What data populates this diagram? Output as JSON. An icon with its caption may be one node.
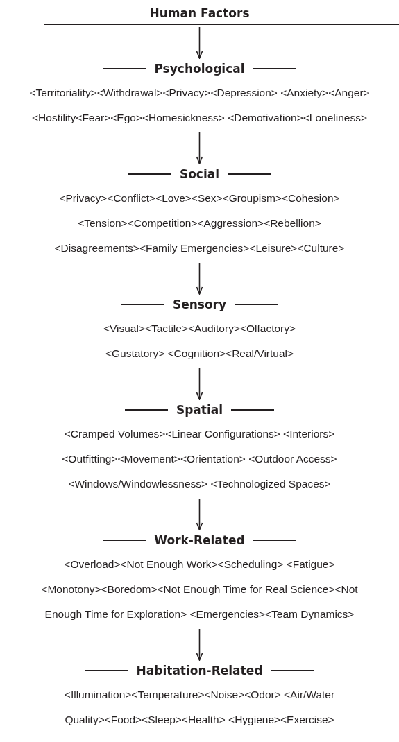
{
  "diagram": {
    "nodes": [
      {
        "text": [
          "Human Factors"
        ]
      },
      {
        "text": [
          "Psychological",
          "<Territoriality><Withdrawal><Privacy><Depression> <Anxiety><Anger><Hostility<Fear><Ego><Homesickness> <Demotivation><Loneliness>"
        ]
      },
      {
        "text": [
          "Social",
          "<Privacy><Conflict><Love><Sex><Groupism><Cohesion> <Tension><Competition><Aggression><Rebellion> <Disagreements><Family Emergencies><Leisure><Culture>"
        ]
      },
      {
        "text": [
          "Sensory",
          "<Visual><Tactile><Auditory><Olfactory><Gustatory> <Cognition><Real/Virtual>"
        ]
      },
      {
        "text": [
          "Spatial",
          "<Cramped Volumes><Linear Configurations> <Interiors><Outfitting><Movement><Orientation> <Outdoor Access><Windows/Windowlessness> <Technologized Spaces>"
        ]
      },
      {
        "text": [
          "Work-Related",
          "<Overload><Not Enough Work><Scheduling> <Fatigue><Monotony><Boredom><Not Enough Time for Real Science><Not Enough Time for Exploration> <Emergencies><Team Dynamics>"
        ]
      },
      {
        "text": [
          "Habitation-Related",
          "<Illumination><Temperature><Noise><Odor> <Air/Water Quality><Food><Sleep><Health> <Hygiene><Exercise>"
        ]
      }
    ],
    "edges": [
      {
        "from": 0,
        "to": 1,
        "arrow": "to"
      },
      {
        "from": 1,
        "to": 2,
        "arrow": "to"
      },
      {
        "from": 2,
        "to": 3,
        "arrow": "to"
      },
      {
        "from": 3,
        "to": 4,
        "arrow": "to"
      },
      {
        "from": 4,
        "to": 5,
        "arrow": "to"
      },
      {
        "from": 5,
        "to": 6,
        "arrow": "to"
      }
    ]
  }
}
